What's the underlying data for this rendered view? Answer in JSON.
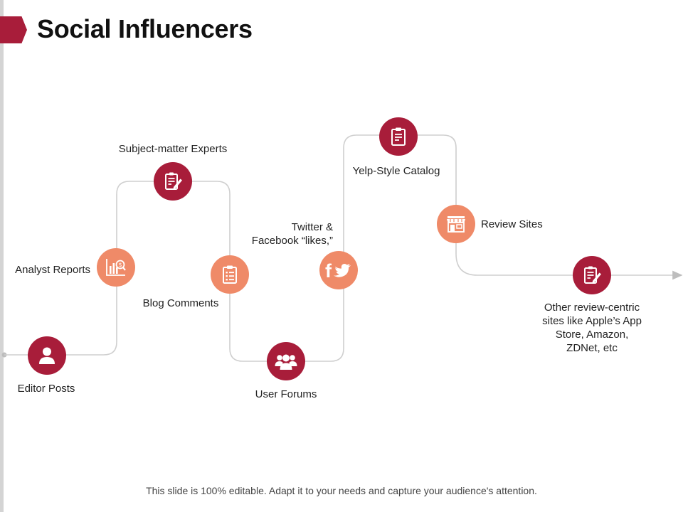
{
  "title": "Social Influencers",
  "footer": "This slide is 100% editable. Adapt it to your needs and capture your audience's attention.",
  "colors": {
    "dark": "#a81d3a",
    "light": "#ef8a68",
    "line": "#cfcfcf"
  },
  "nodes": [
    {
      "label": "Editor Posts",
      "icon": "user-icon",
      "color": "dark"
    },
    {
      "label": "Analyst Reports",
      "icon": "chart-search-icon",
      "color": "light"
    },
    {
      "label": "Subject-matter Experts",
      "icon": "edit-document-icon",
      "color": "dark"
    },
    {
      "label": "Blog Comments",
      "icon": "checklist-icon",
      "color": "light"
    },
    {
      "label": "User Forums",
      "icon": "group-icon",
      "color": "dark"
    },
    {
      "label": "Twitter &\nFacebook “likes,”",
      "icon": "facebook-twitter-icon",
      "color": "light"
    },
    {
      "label": "Yelp-Style  Catalog",
      "icon": "clipboard-icon",
      "color": "dark"
    },
    {
      "label": "Review Sites",
      "icon": "storefront-icon",
      "color": "light"
    },
    {
      "label": "Other review-centric\nsites like Apple’s App\nStore, Amazon,\nZDNet, etc",
      "icon": "edit-document-icon",
      "color": "dark"
    }
  ]
}
